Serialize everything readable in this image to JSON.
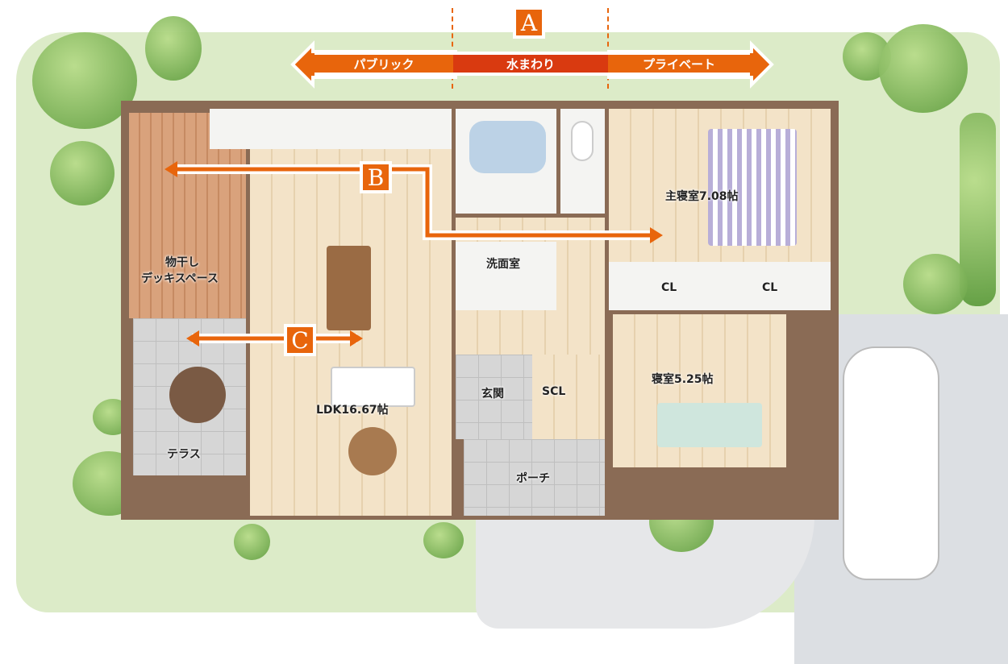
{
  "zones": {
    "marker": "A",
    "public": "パブリック",
    "water": "水まわり",
    "private": "プライベート"
  },
  "route_b": {
    "marker": "B"
  },
  "route_c": {
    "marker": "C"
  },
  "rooms": {
    "deck_line1": "物干し",
    "deck_line2": "デッキスペース",
    "master": "主寝室7.08帖",
    "wash": "洗面室",
    "cl1": "CL",
    "cl2": "CL",
    "ldk": "LDK16.67帖",
    "genkan": "玄関",
    "scl": "SCL",
    "bedroom": "寝室5.25帖",
    "terrace": "テラス",
    "porch": "ポーチ"
  },
  "colors": {
    "accent": "#e8650c",
    "water": "#d93a10"
  }
}
